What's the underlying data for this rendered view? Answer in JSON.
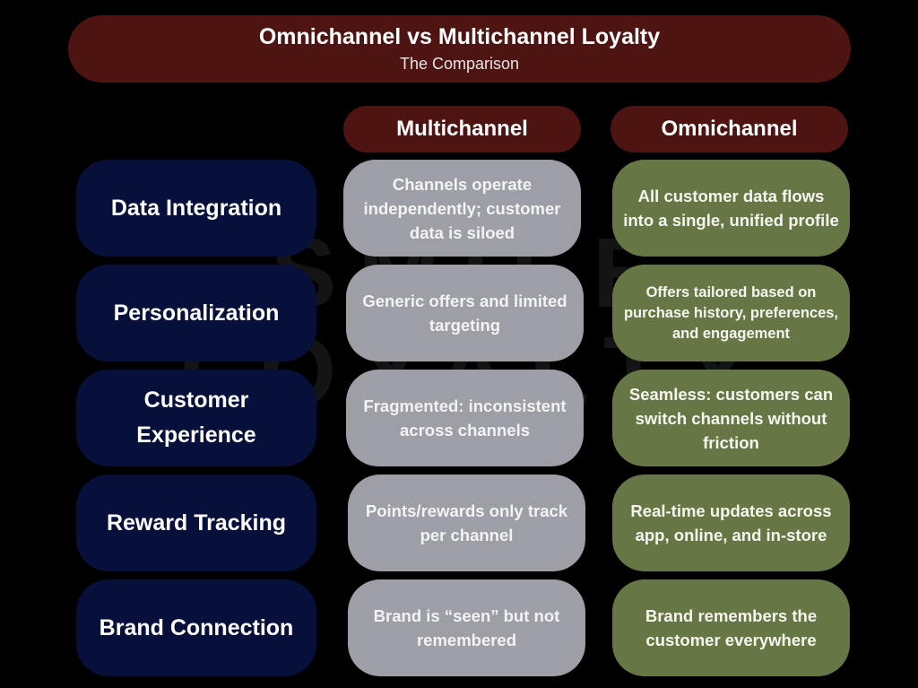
{
  "title": "Omnichannel vs Multichannel Loyalty",
  "subtitle": "The Comparison",
  "watermark": "SMILE LOYALTY",
  "columns": {
    "multichannel": "Multichannel",
    "omnichannel": "Omnichannel"
  },
  "colors": {
    "background": "#000000",
    "header": "#4d1411",
    "category": "#06103a",
    "multichannel": "#9d9ea6",
    "omnichannel": "#677645"
  },
  "rows": [
    {
      "category": "Data Integration",
      "multichannel": "Channels operate independently; customer data is siloed",
      "omnichannel": "All customer data flows into a single, unified profile"
    },
    {
      "category": "Personalization",
      "multichannel": "Generic offers and limited targeting",
      "omnichannel": "Offers tailored based on purchase history, preferences, and engagement"
    },
    {
      "category": "Customer Experience",
      "multichannel": "Fragmented: inconsistent across channels",
      "omnichannel": "Seamless: customers can switch channels without friction"
    },
    {
      "category": "Reward Tracking",
      "multichannel": "Points/rewards only track per channel",
      "omnichannel": "Real-time updates across app, online, and in-store"
    },
    {
      "category": "Brand Connection",
      "multichannel": "Brand is “seen” but not remembered",
      "omnichannel": "Brand remembers the customer everywhere"
    }
  ]
}
